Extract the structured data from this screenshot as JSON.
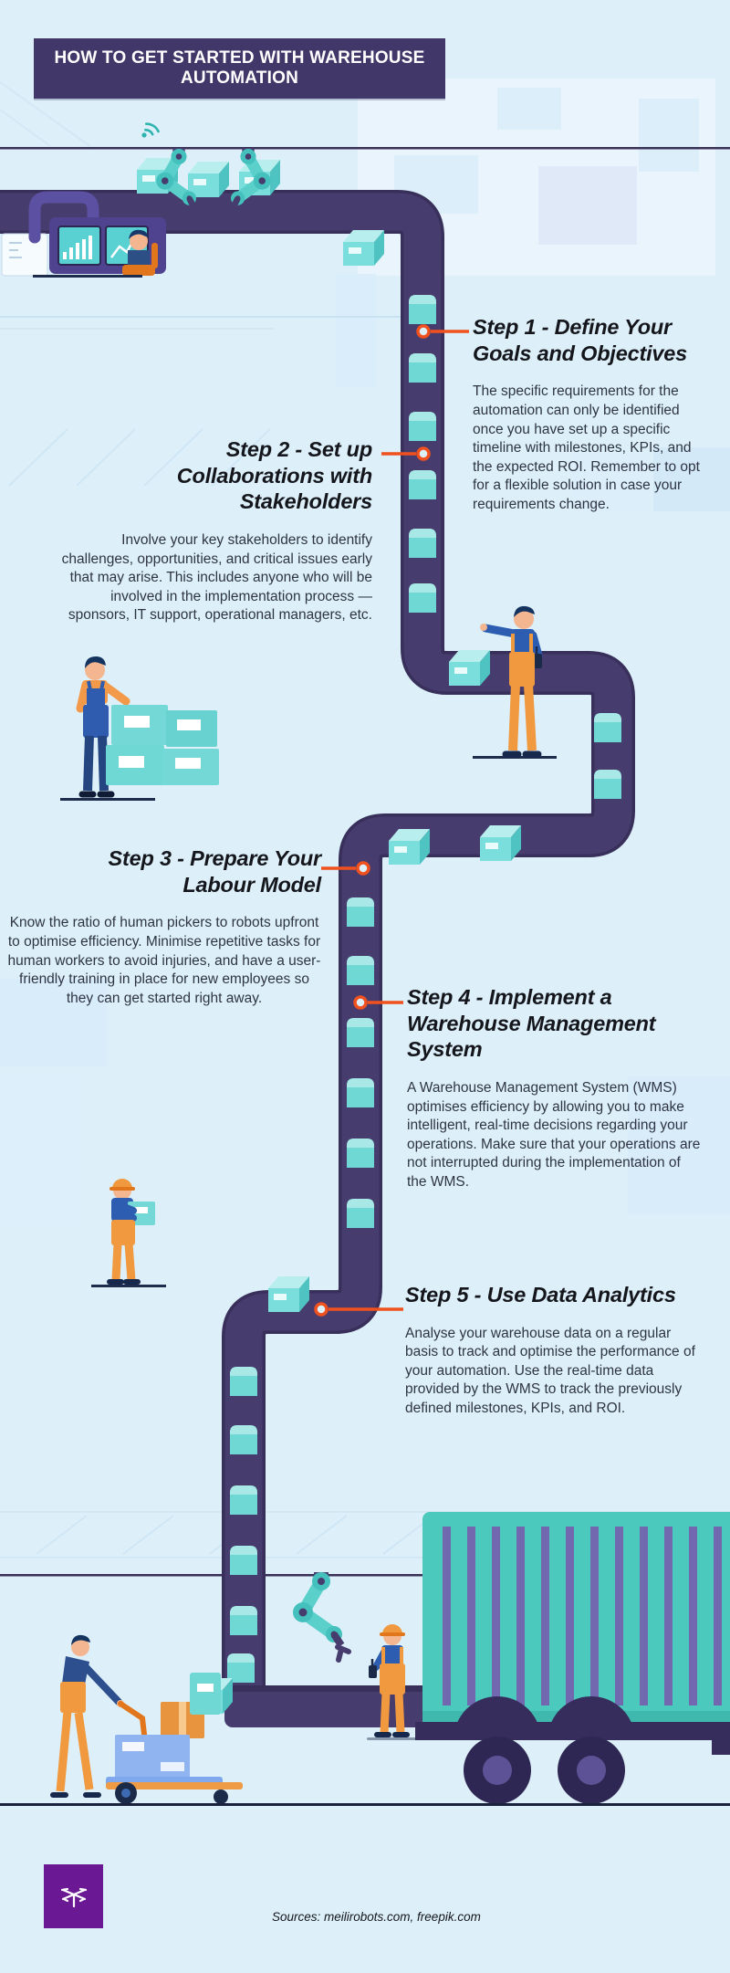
{
  "infographic": {
    "title": "HOW TO GET STARTED WITH WAREHOUSE AUTOMATION",
    "steps": [
      {
        "title": "Step 1 - Define Your Goals and Objectives",
        "body": "The specific requirements for the automation can only be identified once you have set up a specific timeline with milestones, KPIs, and the expected ROI. Remember to opt for a flexible solution in case your requirements change."
      },
      {
        "title": "Step 2 - Set up Collaborations with Stakeholders",
        "body": "Involve your key stakeholders to identify challenges, opportunities, and critical issues early that may arise. This includes anyone who will be involved in the implementation process — sponsors, IT support, operational managers, etc."
      },
      {
        "title": "Step 3 - Prepare Your Labour Model",
        "body": "Know the ratio of human pickers to robots upfront to optimise efficiency. Minimise repetitive tasks for human workers to avoid injuries, and have a user-friendly training in place for new employees so they can get started right away."
      },
      {
        "title": "Step 4 - Implement a Warehouse Management System",
        "body": "A Warehouse Management System (WMS) optimises efficiency by allowing you to make intelligent, real-time decisions regarding your operations. Make sure that your operations are not interrupted during the implementation of the WMS."
      },
      {
        "title": "Step 5 - Use Data Analytics",
        "body": "Analyse your warehouse data on a regular basis to track and optimise the performance of your automation. Use the real-time data provided by the WMS to track the previously defined milestones, KPIs, and ROI."
      }
    ],
    "footer": {
      "sources": "Sources: meilirobots.com, freepik.com"
    },
    "colors": {
      "background": "#ddf0fa",
      "banner": "#413768",
      "conveyor": "#473c6e",
      "box_teal": "#6fd7d4",
      "accent_orange": "#f0511e",
      "truck_teal": "#4cc9bd",
      "truck_stripe": "#7268b0",
      "logo_purple": "#6b1894",
      "heading_text": "#15161c",
      "body_text": "#2e3442"
    }
  }
}
